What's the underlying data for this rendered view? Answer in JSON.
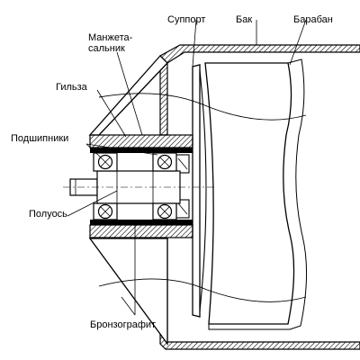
{
  "labels": {
    "support": "Суппорт",
    "tank": "Бак",
    "drum": "Барабан",
    "seal_line1": "Манжета-",
    "seal_line2": "сальник",
    "sleeve": "Гильза",
    "bearings": "Подшипники",
    "half_axle": "Полуось",
    "bronze_graphite": "Бронзографит"
  }
}
